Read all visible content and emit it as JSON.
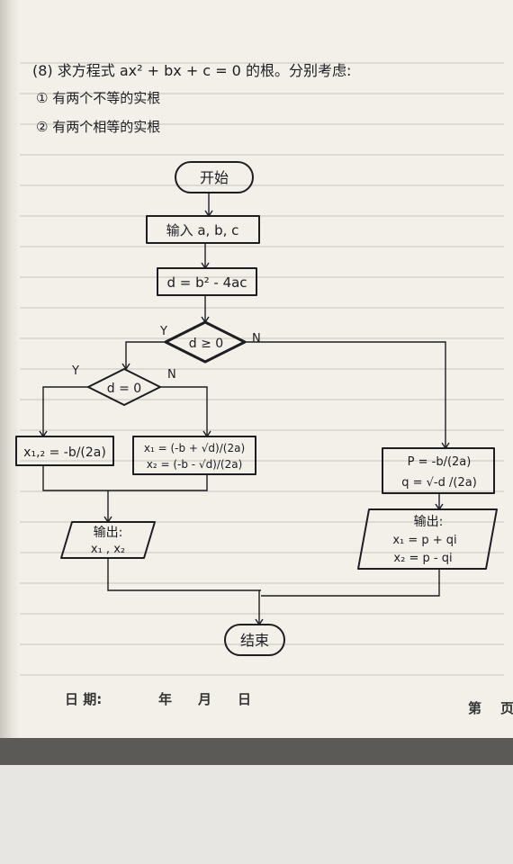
{
  "problem": {
    "line1": "(8) 求方程式 ax² + bx + c = 0 的根。分别考虑:",
    "line2": "① 有两个不等的实根",
    "line3": "② 有两个相等的实根"
  },
  "flowchart": {
    "start": "开始",
    "input": "输入 a, b, c",
    "delta": "d = b² - 4ac",
    "cond1": "d ≥ 0",
    "cond2": "d = 0",
    "yes": "Y",
    "no": "N",
    "equal_roots": "x₁,₂ = -b/(2a)",
    "distinct_root1": "x₁ = (-b + √d)/(2a)",
    "distinct_root2": "x₂ = (-b - √d)/(2a)",
    "complex_p": "P = -b/(2a)",
    "complex_q": "q = √-d /(2a)",
    "output_real_title": "输出:",
    "output_real_vals": "x₁ , x₂",
    "output_complex_title": "输出:",
    "output_complex_x1": "x₁ = p + qi",
    "output_complex_x2": "x₂ = p - qi",
    "end": "结束"
  },
  "footer": {
    "date_label": "日  期:",
    "year": "年",
    "month": "月",
    "day": "日",
    "page_label": "第",
    "page_suffix": "页"
  }
}
